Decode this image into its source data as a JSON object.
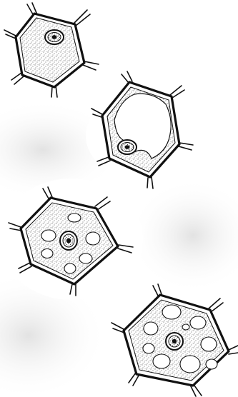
{
  "figure": {
    "cells": [
      {
        "name": "cell-dense-cytoplasm",
        "vacuole_count": 0,
        "large_central_vacuole": false
      },
      {
        "name": "cell-large-central-vacuole",
        "vacuole_count": 1,
        "large_central_vacuole": true
      },
      {
        "name": "cell-several-vacuoles",
        "vacuole_count": 6,
        "large_central_vacuole": false
      },
      {
        "name": "cell-many-vacuoles",
        "vacuole_count": 9,
        "large_central_vacuole": false
      }
    ]
  }
}
